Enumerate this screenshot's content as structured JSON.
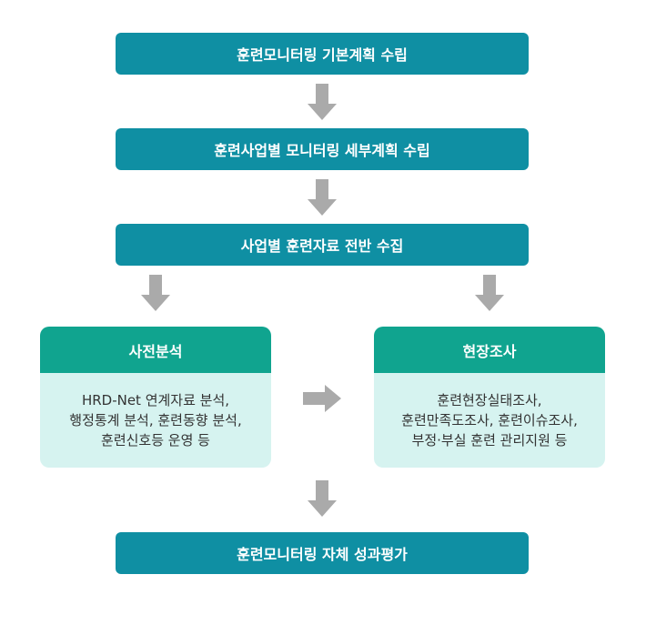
{
  "steps": {
    "step1": "훈련모니터링 기본계획 수립",
    "step2": "훈련사업별 모니터링 세부계획 수립",
    "step3": "사업별 훈련자료 전반 수집",
    "step4": "훈련모니터링 자체 성과평가"
  },
  "left_panel": {
    "title": "사전분석",
    "lines": [
      "HRD-Net 연계자료 분석,",
      "행정통계 분석, 훈련동향 분석,",
      "훈련신호등 운영 등"
    ]
  },
  "right_panel": {
    "title": "현장조사",
    "lines": [
      "훈련현장실태조사,",
      "훈련만족도조사, 훈련이슈조사,",
      "부정·부실 훈련 관리지원 등"
    ]
  },
  "colors": {
    "step_bar": "#0f8fa3",
    "panel_header": "#10a48f",
    "panel_body": "#d6f3f0",
    "arrow": "#aaaaaa"
  }
}
